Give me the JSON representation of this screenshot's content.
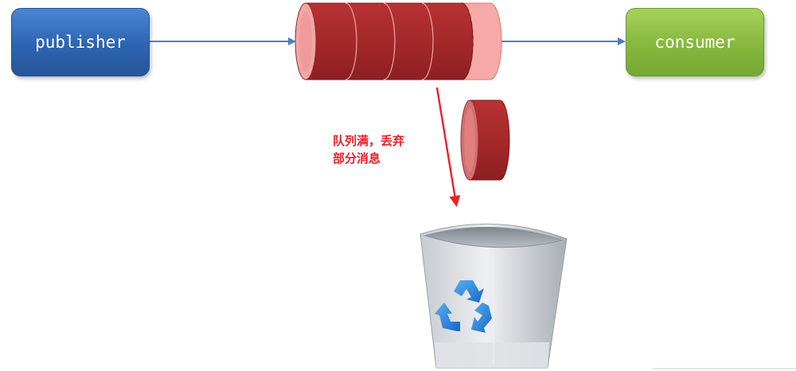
{
  "nodes": {
    "publisher": "publisher",
    "consumer": "consumer"
  },
  "caption": {
    "line1": "队列满，丢弃",
    "line2": "部分消息"
  },
  "icons": {
    "trash": "recycle-bin-icon",
    "recycle": "recycle-symbol-icon"
  },
  "colors": {
    "publisher": "#2d64b0",
    "consumer": "#86b83d",
    "queue": "#a4282a",
    "queue_overflow": "#f7a9a7",
    "arrow": "#4a7ec4",
    "drop_arrow": "#e8222a",
    "caption": "#e8222a"
  }
}
